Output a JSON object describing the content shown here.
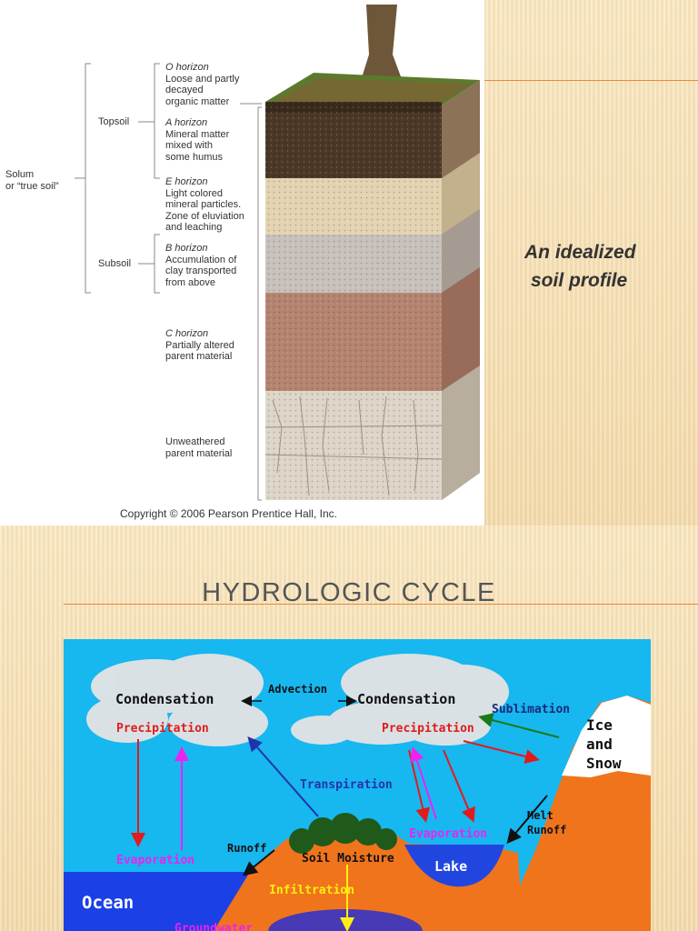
{
  "slide1": {
    "caption_line1": "An idealized",
    "caption_line2": "soil profile",
    "solum_label": "Solum\nor “true soil”",
    "topsoil_label": "Topsoil",
    "subsoil_label": "Subsoil",
    "horizons": [
      {
        "title": "O horizon",
        "desc": "Loose and partly\ndecayed\norganic matter"
      },
      {
        "title": "A horizon",
        "desc": "Mineral matter\nmixed with\nsome humus"
      },
      {
        "title": "E horizon",
        "desc": "Light colored\nmineral particles.\nZone of eluviation\nand leaching"
      },
      {
        "title": "B horizon",
        "desc": "Accumulation of\nclay transported\nfrom above"
      },
      {
        "title": "C horizon",
        "desc": "Partially altered\nparent material"
      },
      {
        "title": "",
        "desc": "Unweathered\nparent material"
      }
    ],
    "copyright": "Copyright © 2006 Pearson Prentice Hall, Inc."
  },
  "slide2": {
    "title": "HYDROLOGIC CYCLE",
    "diagram": {
      "condensation_left": "Condensation",
      "advection": "Advection",
      "condensation_right": "Condensation",
      "sublimation": "Sublimation",
      "precipitation_left": "Precipitation",
      "precipitation_right": "Precipitation",
      "ice": "Ice",
      "and": "and",
      "snow": "Snow",
      "transpiration": "Transpiration",
      "melt": "Melt",
      "runoff_right": "Runoff",
      "evaporation_left": "Evaporation",
      "evaporation_right": "Evaporation",
      "runoff_left": "Runoff",
      "soil_moisture": "Soil Moisture",
      "lake": "Lake",
      "infiltration": "Infiltration",
      "ocean": "Ocean",
      "groundwater": "Groundwater"
    },
    "colors": {
      "sky": "#17b7f0",
      "ground": "#f0741c",
      "ocean": "#1a40e6",
      "lake": "#2146e0",
      "red_text": "#e01c1c",
      "magenta": "#ee22ee",
      "blue_text": "#2233aa",
      "yellow": "#ffee11"
    }
  }
}
